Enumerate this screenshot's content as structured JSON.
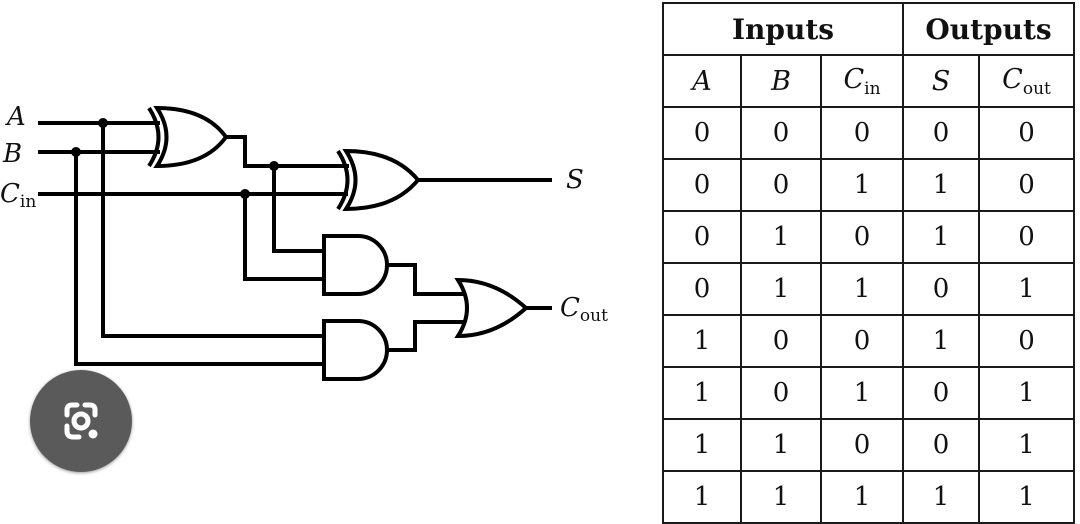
{
  "circuit": {
    "labels": {
      "a": {
        "main": "A",
        "sub": ""
      },
      "b": {
        "main": "B",
        "sub": ""
      },
      "cin": {
        "main": "C",
        "sub": "in"
      },
      "s": {
        "main": "S",
        "sub": ""
      },
      "cout": {
        "main": "C",
        "sub": "out"
      }
    }
  },
  "table": {
    "groups": [
      {
        "label": "Inputs",
        "span": 3
      },
      {
        "label": "Outputs",
        "span": 2
      }
    ],
    "columns": [
      {
        "main": "A",
        "sub": ""
      },
      {
        "main": "B",
        "sub": ""
      },
      {
        "main": "C",
        "sub": "in"
      },
      {
        "main": "S",
        "sub": ""
      },
      {
        "main": "C",
        "sub": "out"
      }
    ],
    "rows": [
      [
        "0",
        "0",
        "0",
        "0",
        "0"
      ],
      [
        "0",
        "0",
        "1",
        "1",
        "0"
      ],
      [
        "0",
        "1",
        "0",
        "1",
        "0"
      ],
      [
        "0",
        "1",
        "1",
        "0",
        "1"
      ],
      [
        "1",
        "0",
        "0",
        "1",
        "0"
      ],
      [
        "1",
        "0",
        "1",
        "0",
        "1"
      ],
      [
        "1",
        "1",
        "0",
        "0",
        "1"
      ],
      [
        "1",
        "1",
        "1",
        "1",
        "1"
      ]
    ]
  },
  "overlay": {
    "lens_button": "lens-icon"
  }
}
